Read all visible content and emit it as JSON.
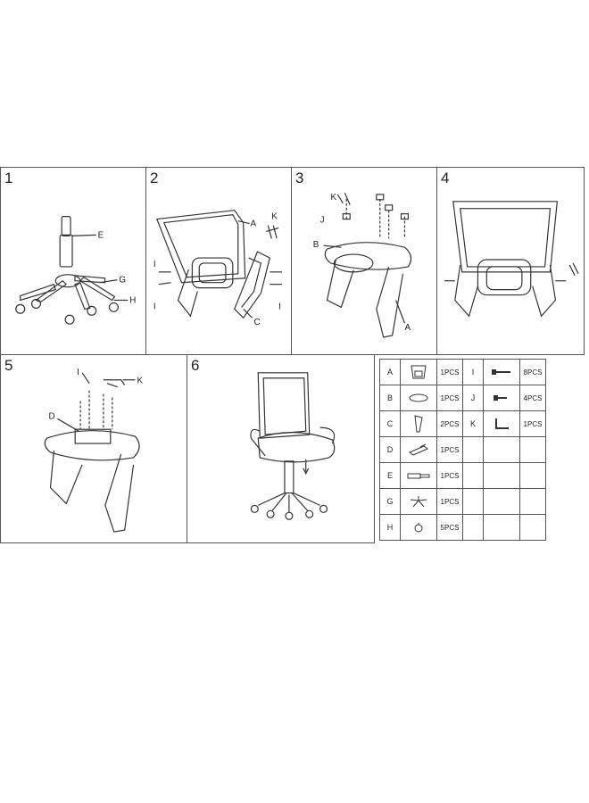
{
  "steps": [
    {
      "number": "1",
      "labels": {
        "e": "E",
        "g": "G",
        "h": "H"
      }
    },
    {
      "number": "2",
      "labels": {
        "a": "A",
        "k": "K",
        "i1": "I",
        "i2": "I",
        "i3": "I",
        "c": "C"
      }
    },
    {
      "number": "3",
      "labels": {
        "k": "K",
        "j": "J",
        "b": "B",
        "a": "A"
      }
    },
    {
      "number": "4",
      "labels": {}
    },
    {
      "number": "5",
      "labels": {
        "i": "I",
        "k": "K",
        "d": "D"
      }
    },
    {
      "number": "6",
      "labels": {}
    }
  ],
  "parts_left": [
    {
      "letter": "A",
      "qty": "1PCS",
      "icon": "backrest-icon"
    },
    {
      "letter": "B",
      "qty": "1PCS",
      "icon": "seat-icon"
    },
    {
      "letter": "C",
      "qty": "2PCS",
      "icon": "armrest-icon"
    },
    {
      "letter": "D",
      "qty": "1PCS",
      "icon": "mechanism-icon"
    },
    {
      "letter": "E",
      "qty": "1PCS",
      "icon": "gas-cylinder-icon"
    },
    {
      "letter": "G",
      "qty": "1PCS",
      "icon": "star-base-icon"
    },
    {
      "letter": "H",
      "qty": "5PCS",
      "icon": "caster-icon"
    }
  ],
  "parts_right": [
    {
      "letter": "I",
      "qty": "8PCS",
      "icon": "long-bolt-icon"
    },
    {
      "letter": "J",
      "qty": "4PCS",
      "icon": "short-bolt-icon"
    },
    {
      "letter": "K",
      "qty": "1PCS",
      "icon": "allen-key-icon"
    }
  ]
}
